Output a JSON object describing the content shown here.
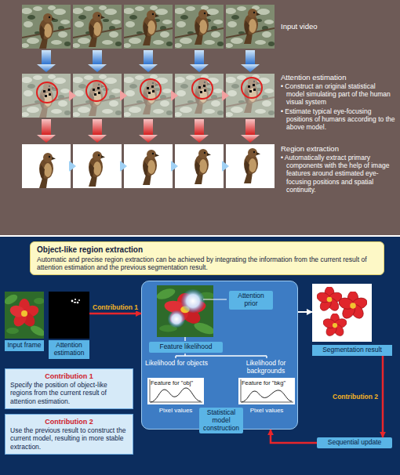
{
  "diagram": {
    "nodes": [
      {
        "text": [
          "Object-like region extraction",
          "Automatic and precise region extraction can be achieved by integrating the information from the current result of attention estimation and the previous segmentation result."
        ]
      },
      {
        "text": [
          "Input frame"
        ]
      },
      {
        "text": [
          "Attention estimation"
        ]
      },
      {
        "text": [
          "Likelihood for objects",
          "Likelihood for backgrounds",
          "Feature for \"obj\"",
          "Pixel values",
          "Feature for \"bkg\"",
          "Pixel values"
        ]
      },
      {
        "text": [
          "Attention prior"
        ],
        "in": 3
      },
      {
        "text": [
          "Feature likelihood"
        ],
        "in": 3
      },
      {
        "text": [
          "Statistical model construction"
        ]
      },
      {
        "text": [
          "Segmentation result"
        ]
      },
      {
        "text": [
          "Sequential update"
        ]
      },
      {
        "text": [
          "Contribution 1",
          "Specify the position of object-like regions from the current result of attention estimation."
        ]
      },
      {
        "text": [
          "Contribution 2",
          "Use the previous result to construct the current model, resulting in more stable extraction."
        ]
      }
    ],
    "edges": [
      {
        "from": 2,
        "to": 3,
        "label": "Contribution 1",
        "arrow": "to"
      },
      {
        "from": 3,
        "to": 7,
        "arrow": "to"
      },
      {
        "from": 7,
        "to": 8,
        "label": "Contribution 2",
        "arrow": "to"
      },
      {
        "from": 8,
        "to": 3,
        "arrow": "to"
      }
    ],
    "labels": [
      "Input video",
      "Attention estimation",
      "• Construct an original statistical model simulating part of the human visual system",
      "• Estimate typical eye-focusing positions of humans according to the above model.",
      "Region extraction",
      "• Automatically extract primary components with the help of image features around estimated eye-focusing positions and spatial continuity."
    ]
  }
}
